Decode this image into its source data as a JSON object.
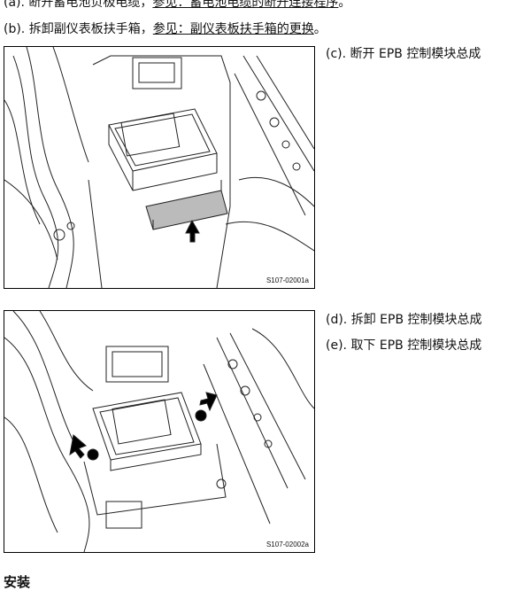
{
  "intro_steps": [
    {
      "label": "(a). 断开蓄电池负极电缆，",
      "link": "参见：蓄电池电缆的断开连接程序",
      "end": "。"
    },
    {
      "label": "(b). 拆卸副仪表板扶手箱，",
      "link": "参见：副仪表板扶手箱的更换",
      "end": "。"
    }
  ],
  "figures": [
    {
      "id": "S107-02001a",
      "steps": [
        "(c). 断开 EPB 控制模块总成"
      ]
    },
    {
      "id": "S107-02002a",
      "steps": [
        "(d). 拆卸 EPB 控制模块总成",
        "(e). 取下 EPB 控制模块总成"
      ]
    }
  ],
  "section_heading": "安装"
}
